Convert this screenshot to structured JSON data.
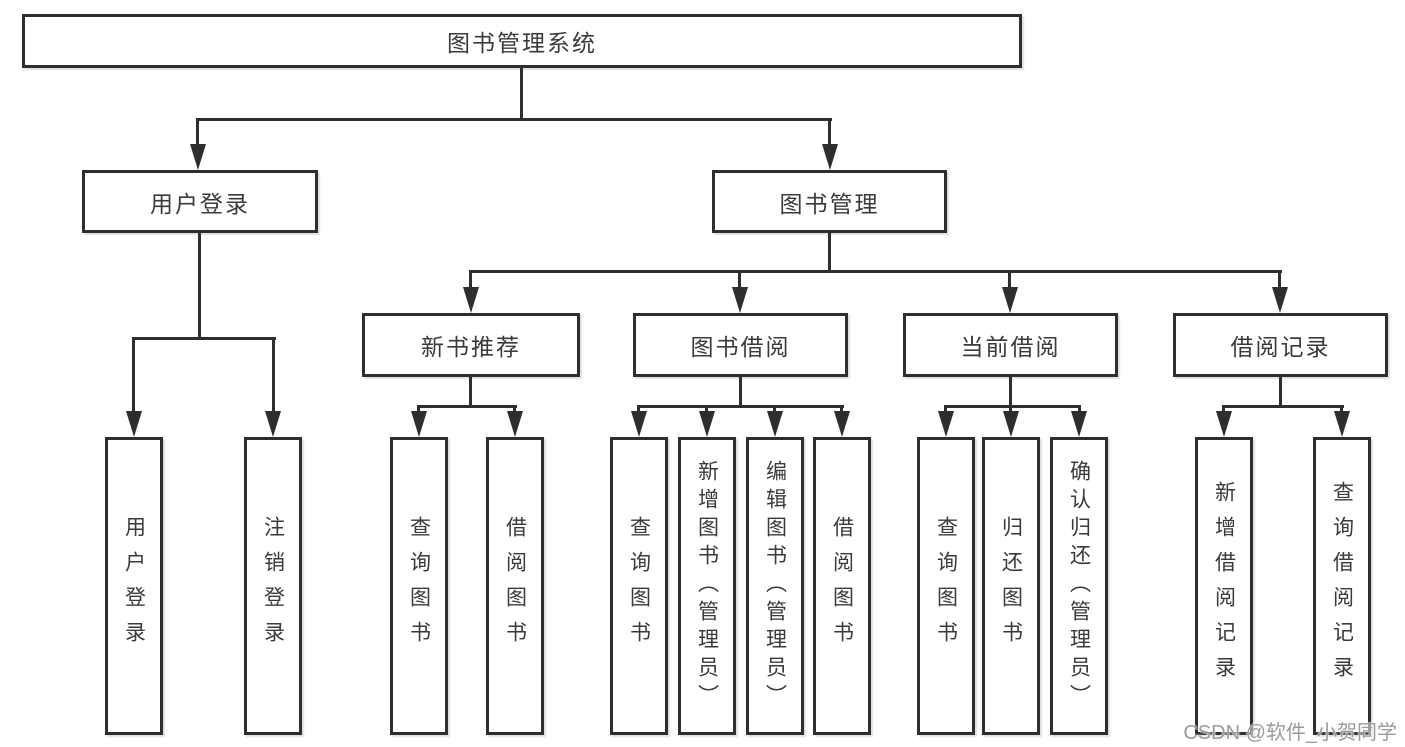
{
  "tree": {
    "label": "图书管理系统",
    "children": [
      {
        "label": "用户登录",
        "children": [
          {
            "label": "用户登录"
          },
          {
            "label": "注销登录"
          }
        ]
      },
      {
        "label": "图书管理",
        "children": [
          {
            "label": "新书推荐",
            "children": [
              {
                "label": "查询图书"
              },
              {
                "label": "借阅图书"
              }
            ]
          },
          {
            "label": "图书借阅",
            "children": [
              {
                "label": "查询图书"
              },
              {
                "label": "新增图书（管理员）"
              },
              {
                "label": "编辑图书（管理员）"
              },
              {
                "label": "借阅图书"
              }
            ]
          },
          {
            "label": "当前借阅",
            "children": [
              {
                "label": "查询图书"
              },
              {
                "label": "归还图书"
              },
              {
                "label": "确认归还（管理员）"
              }
            ]
          },
          {
            "label": "借阅记录",
            "children": [
              {
                "label": "新增借阅记录"
              },
              {
                "label": "查询借阅记录"
              }
            ]
          }
        ]
      }
    ]
  },
  "watermark": "CSDN @软件_小贺同学",
  "colors": {
    "line": "#2e2e2e",
    "text": "#3a3a3a",
    "watermark": "#9a9a9a"
  }
}
